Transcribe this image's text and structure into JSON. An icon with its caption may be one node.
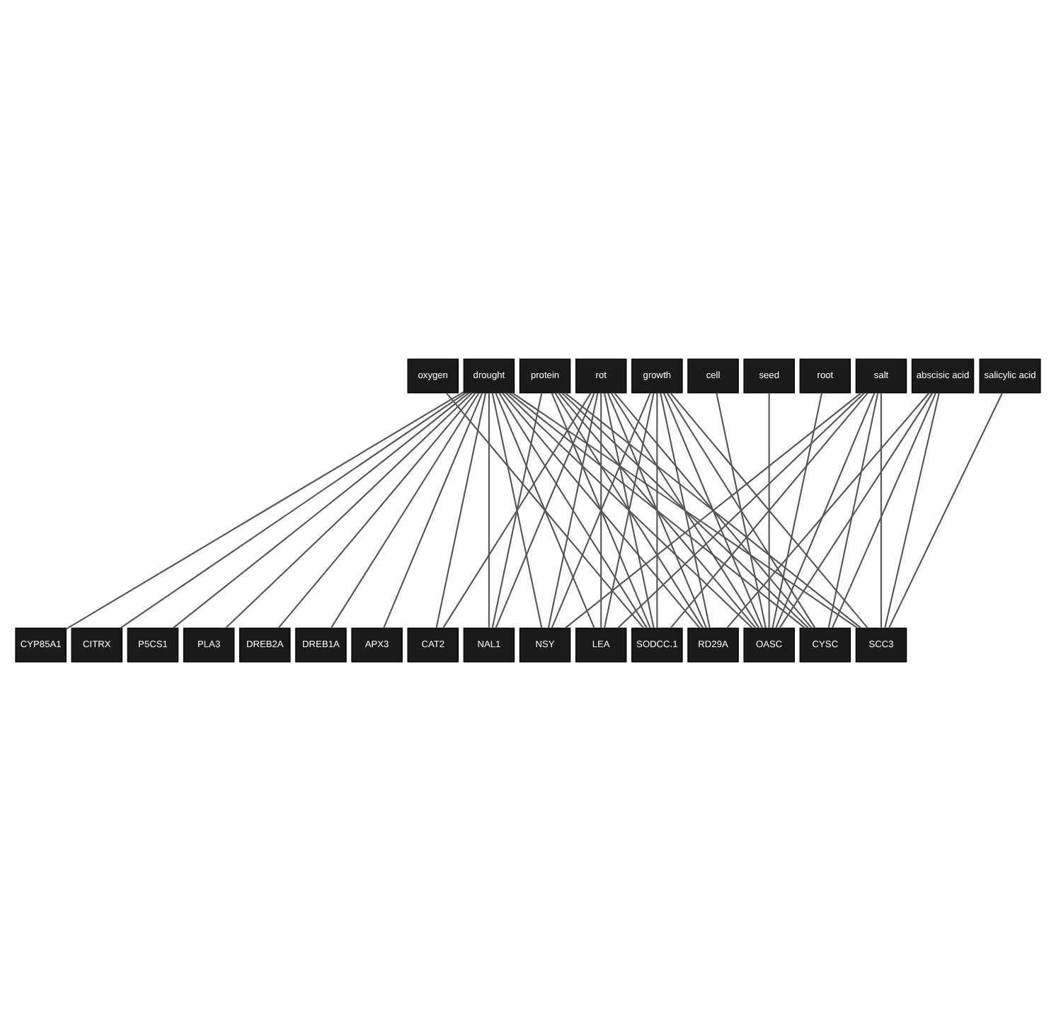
{
  "diagram": {
    "nodes": [
      {
        "text": [
          "oxygen"
        ]
      },
      {
        "text": [
          "drought"
        ]
      },
      {
        "text": [
          "protein"
        ]
      },
      {
        "text": [
          "rot"
        ]
      },
      {
        "text": [
          "growth"
        ]
      },
      {
        "text": [
          "cell"
        ]
      },
      {
        "text": [
          "seed"
        ]
      },
      {
        "text": [
          "root"
        ]
      },
      {
        "text": [
          "salt"
        ]
      },
      {
        "text": [
          "abscisic acid"
        ]
      },
      {
        "text": [
          "salicylic acid"
        ]
      },
      {
        "text": [
          "CYP85A1"
        ]
      },
      {
        "text": [
          "CITRX"
        ]
      },
      {
        "text": [
          "P5CS1"
        ]
      },
      {
        "text": [
          "PLA3"
        ]
      },
      {
        "text": [
          "DREB2A"
        ]
      },
      {
        "text": [
          "DREB1A"
        ]
      },
      {
        "text": [
          "APX3"
        ]
      },
      {
        "text": [
          "CAT2"
        ]
      },
      {
        "text": [
          "NAL1"
        ]
      },
      {
        "text": [
          "NSY"
        ]
      },
      {
        "text": [
          "LEA"
        ]
      },
      {
        "text": [
          "SODCC.1"
        ]
      },
      {
        "text": [
          "RD29A"
        ]
      },
      {
        "text": [
          "OASC"
        ]
      },
      {
        "text": [
          "CYSC"
        ]
      },
      {
        "text": [
          "SCC3"
        ]
      }
    ],
    "edges": [
      {
        "from": 0,
        "to": 22,
        "arrow": "none"
      },
      {
        "from": 1,
        "to": 11,
        "arrow": "none"
      },
      {
        "from": 1,
        "to": 12,
        "arrow": "none"
      },
      {
        "from": 1,
        "to": 13,
        "arrow": "none"
      },
      {
        "from": 1,
        "to": 14,
        "arrow": "none"
      },
      {
        "from": 1,
        "to": 15,
        "arrow": "none"
      },
      {
        "from": 1,
        "to": 16,
        "arrow": "none"
      },
      {
        "from": 1,
        "to": 17,
        "arrow": "none"
      },
      {
        "from": 1,
        "to": 18,
        "arrow": "none"
      },
      {
        "from": 1,
        "to": 19,
        "arrow": "none"
      },
      {
        "from": 1,
        "to": 20,
        "arrow": "none"
      },
      {
        "from": 1,
        "to": 21,
        "arrow": "none"
      },
      {
        "from": 1,
        "to": 22,
        "arrow": "none"
      },
      {
        "from": 1,
        "to": 23,
        "arrow": "none"
      },
      {
        "from": 1,
        "to": 24,
        "arrow": "none"
      },
      {
        "from": 1,
        "to": 25,
        "arrow": "none"
      },
      {
        "from": 1,
        "to": 26,
        "arrow": "none"
      },
      {
        "from": 2,
        "to": 19,
        "arrow": "none"
      },
      {
        "from": 2,
        "to": 22,
        "arrow": "none"
      },
      {
        "from": 2,
        "to": 23,
        "arrow": "none"
      },
      {
        "from": 2,
        "to": 24,
        "arrow": "none"
      },
      {
        "from": 2,
        "to": 25,
        "arrow": "none"
      },
      {
        "from": 2,
        "to": 26,
        "arrow": "none"
      },
      {
        "from": 3,
        "to": 18,
        "arrow": "none"
      },
      {
        "from": 3,
        "to": 19,
        "arrow": "none"
      },
      {
        "from": 3,
        "to": 20,
        "arrow": "none"
      },
      {
        "from": 3,
        "to": 21,
        "arrow": "none"
      },
      {
        "from": 3,
        "to": 22,
        "arrow": "none"
      },
      {
        "from": 3,
        "to": 23,
        "arrow": "none"
      },
      {
        "from": 3,
        "to": 24,
        "arrow": "none"
      },
      {
        "from": 3,
        "to": 25,
        "arrow": "none"
      },
      {
        "from": 4,
        "to": 20,
        "arrow": "none"
      },
      {
        "from": 4,
        "to": 21,
        "arrow": "none"
      },
      {
        "from": 4,
        "to": 22,
        "arrow": "none"
      },
      {
        "from": 4,
        "to": 23,
        "arrow": "none"
      },
      {
        "from": 4,
        "to": 24,
        "arrow": "none"
      },
      {
        "from": 4,
        "to": 25,
        "arrow": "none"
      },
      {
        "from": 4,
        "to": 26,
        "arrow": "none"
      },
      {
        "from": 5,
        "to": 24,
        "arrow": "none"
      },
      {
        "from": 6,
        "to": 24,
        "arrow": "none"
      },
      {
        "from": 7,
        "to": 24,
        "arrow": "none"
      },
      {
        "from": 8,
        "to": 20,
        "arrow": "none"
      },
      {
        "from": 8,
        "to": 21,
        "arrow": "none"
      },
      {
        "from": 8,
        "to": 22,
        "arrow": "none"
      },
      {
        "from": 8,
        "to": 24,
        "arrow": "none"
      },
      {
        "from": 8,
        "to": 25,
        "arrow": "none"
      },
      {
        "from": 8,
        "to": 26,
        "arrow": "none"
      },
      {
        "from": 9,
        "to": 23,
        "arrow": "none"
      },
      {
        "from": 9,
        "to": 24,
        "arrow": "none"
      },
      {
        "from": 9,
        "to": 25,
        "arrow": "none"
      },
      {
        "from": 9,
        "to": 26,
        "arrow": "none"
      },
      {
        "from": 10,
        "to": 26,
        "arrow": "none"
      }
    ]
  }
}
